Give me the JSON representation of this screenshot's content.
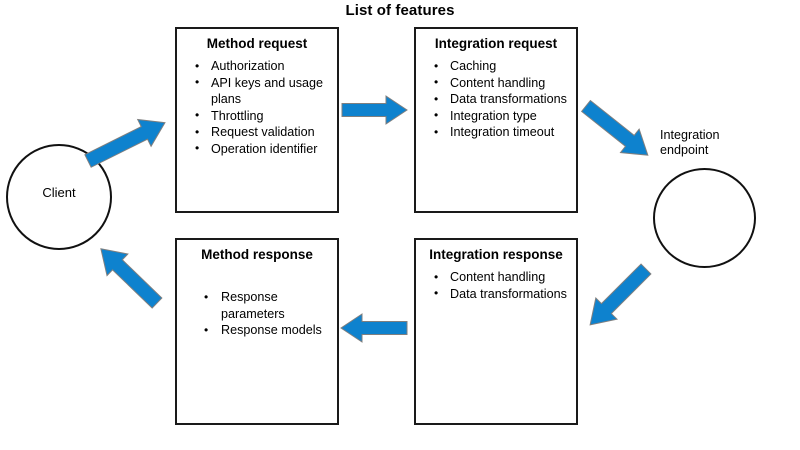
{
  "diagram": {
    "title": "List of features",
    "accent_color": "#0E82CE",
    "outline_color": "#1A1A1A",
    "background_color": "#FFFFFF",
    "type": "flow-diagram"
  },
  "nodes": {
    "client": {
      "label": "Client",
      "shape": "circle"
    },
    "integration_endpoint": {
      "label": "Integration\nendpoint",
      "label_line1": "Integration",
      "label_line2": "endpoint",
      "shape": "circle"
    }
  },
  "boxes": [
    {
      "id": "method-request",
      "title": "Method request",
      "items": [
        "Authorization",
        "API keys and usage plans",
        "Throttling",
        "Request validation",
        "Operation identifier"
      ]
    },
    {
      "id": "integration-request",
      "title": "Integration request",
      "items": [
        "Caching",
        "Content handling",
        "Data transformations",
        "Integration type",
        "Integration timeout"
      ]
    },
    {
      "id": "method-response",
      "title": "Method response",
      "items": [
        "Response parameters",
        "Response models"
      ]
    },
    {
      "id": "integration-response",
      "title": "Integration response",
      "items": [
        "Content handling",
        "Data transformations"
      ]
    }
  ],
  "arrows": [
    {
      "id": "client-to-method-request",
      "direction": "up-right"
    },
    {
      "id": "method-request-to-integration-request",
      "direction": "right"
    },
    {
      "id": "integration-request-to-endpoint",
      "direction": "down-right"
    },
    {
      "id": "endpoint-to-integration-response",
      "direction": "down-left"
    },
    {
      "id": "integration-response-to-method-response",
      "direction": "left"
    },
    {
      "id": "method-response-to-client",
      "direction": "up-left"
    }
  ]
}
